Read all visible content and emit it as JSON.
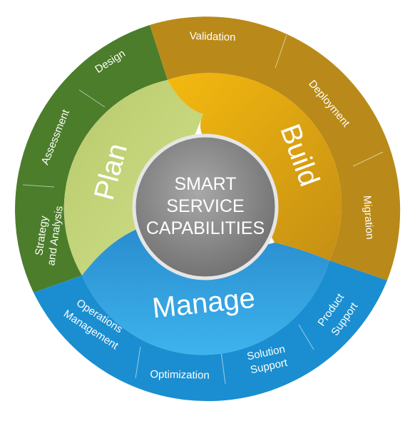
{
  "center": {
    "lines": [
      "SMART",
      "SERVICE",
      "CAPABILITIES"
    ]
  },
  "phases": {
    "plan": "Plan",
    "build": "Build",
    "manage": "Manage"
  },
  "segments": {
    "design": "Design",
    "assessment": "Assessment",
    "strategy": [
      "Strategy",
      "and Analysis"
    ],
    "validation": "Validation",
    "deployment": "Deployment",
    "migration": "Migration",
    "operations": [
      "Operations",
      "Management"
    ],
    "optimization": "Optimization",
    "solution_support": [
      "Solution",
      "Support"
    ],
    "product_support": [
      "Product",
      "Support"
    ]
  },
  "colors": {
    "plan_outer": "#4a7d2a",
    "plan_inner": "#a5bf56",
    "build_outer": "#b8891a",
    "build_inner": "#e7ad16",
    "manage_outer": "#1c8fd0",
    "manage_inner": "#2d9fe0",
    "center": "#8a8a8a"
  }
}
